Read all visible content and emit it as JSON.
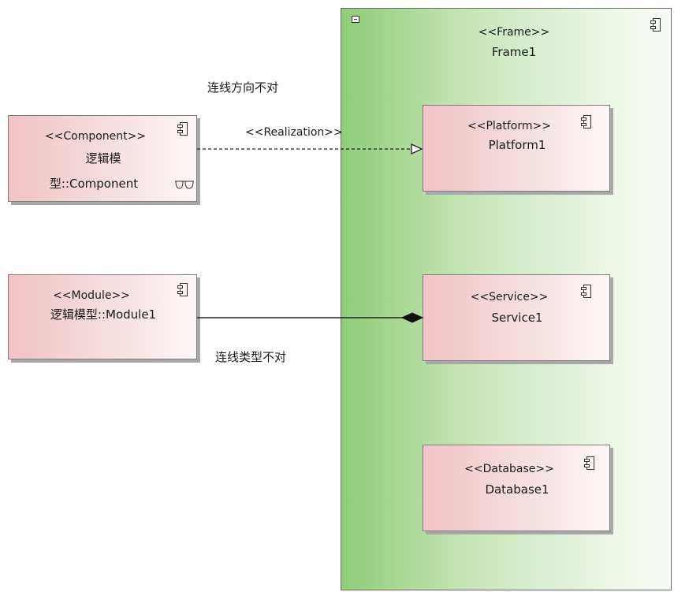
{
  "frame": {
    "stereotype": "<<Frame>>",
    "name": "Frame1"
  },
  "nodes": {
    "component": {
      "stereotype": "<<Component>>",
      "name_line1": "逻辑模",
      "name_line2": "型::Component"
    },
    "module": {
      "stereotype": "<<Module>>",
      "name": "逻辑模型::Module1"
    },
    "platform": {
      "stereotype": "<<Platform>>",
      "name": "Platform1"
    },
    "service": {
      "stereotype": "<<Service>>",
      "name": "Service1"
    },
    "database": {
      "stereotype": "<<Database>>",
      "name": "Database1"
    }
  },
  "connectors": {
    "realization_label": "<<Realization>>"
  },
  "notes": {
    "direction_wrong": "连线方向不对",
    "type_wrong": "连线类型不对"
  },
  "icons": [
    "collapse-icon",
    "component-icon",
    "glasses-icon"
  ]
}
